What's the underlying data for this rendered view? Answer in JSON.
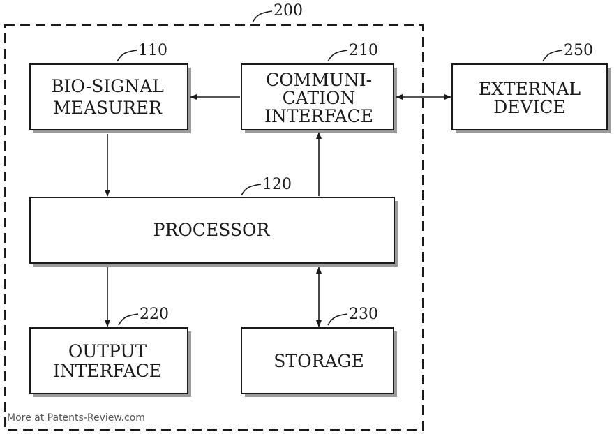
{
  "refs": {
    "system": "200",
    "bio": "110",
    "comm": "210",
    "external": "250",
    "processor": "120",
    "output": "220",
    "storage": "230"
  },
  "labels": {
    "bio_line1": "BIO-SIGNAL",
    "bio_line2": "MEASURER",
    "comm_line1": "COMMUNI-",
    "comm_line2": "CATION",
    "comm_line3": "INTERFACE",
    "external_line1": "EXTERNAL",
    "external_line2": "DEVICE",
    "processor": "PROCESSOR",
    "output_line1": "OUTPUT",
    "output_line2": "INTERFACE",
    "storage": "STORAGE"
  },
  "watermark": "More at Patents-Review.com"
}
